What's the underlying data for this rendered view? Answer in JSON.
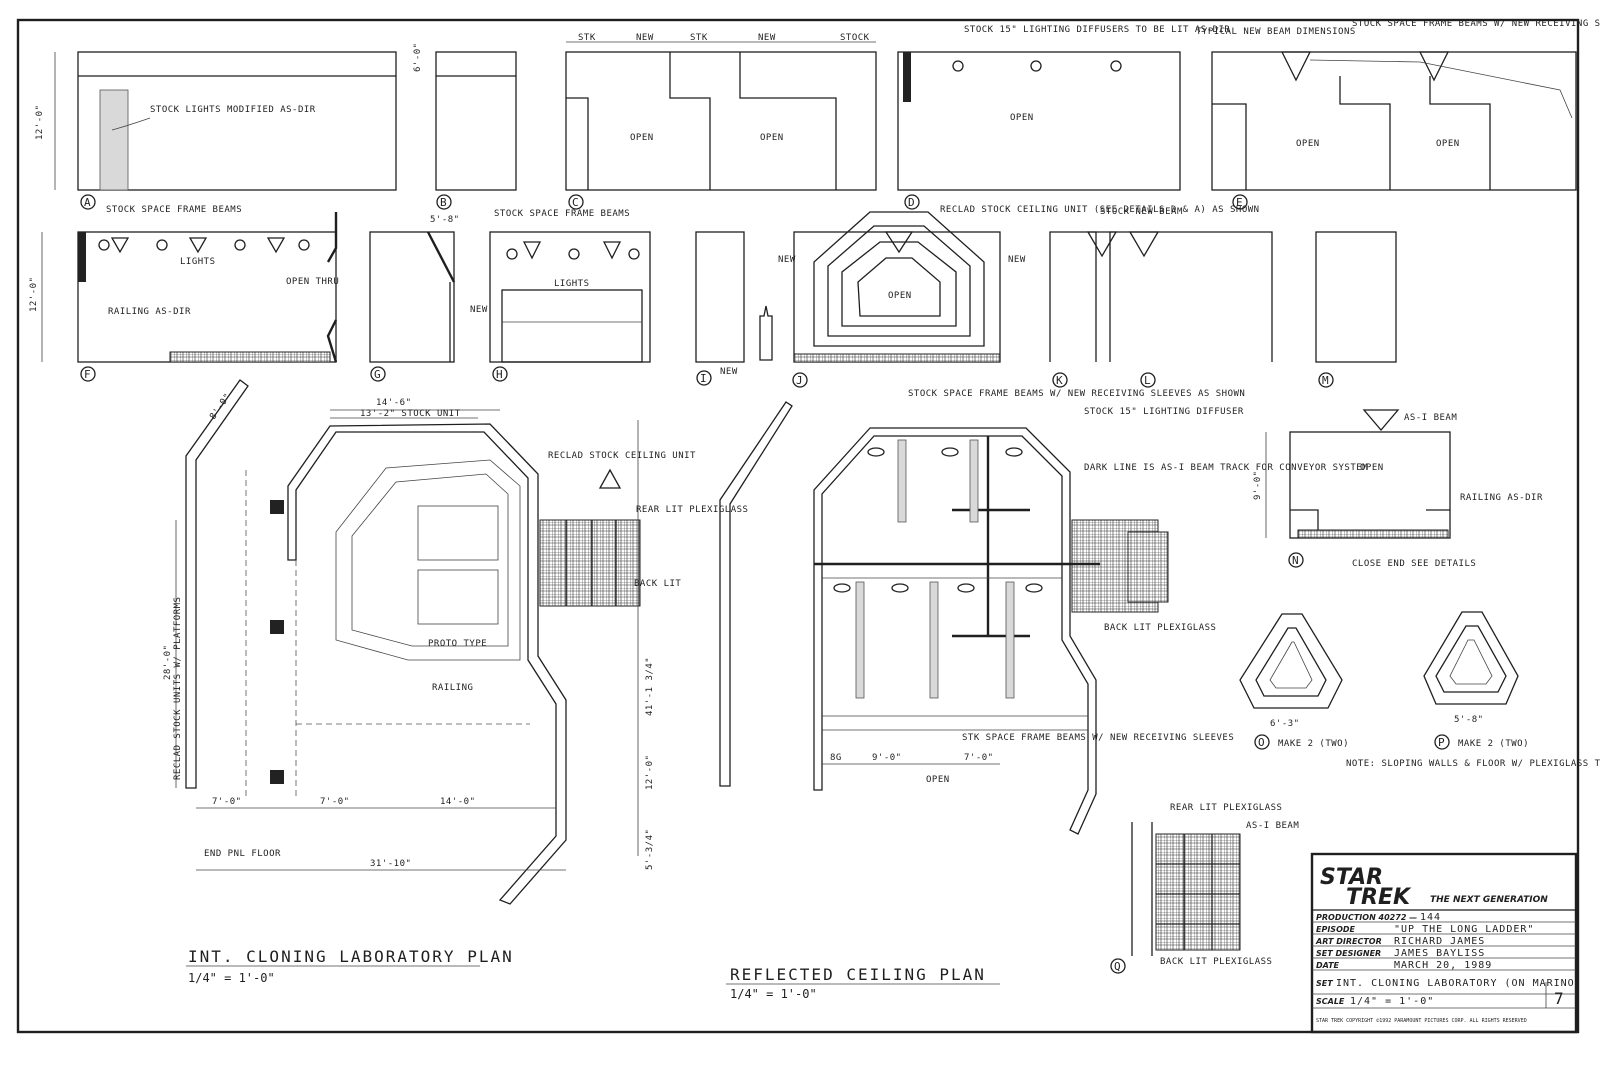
{
  "elevations_top": [
    {
      "id": "A",
      "note": "STOCK LIGHTS MODIFIED AS-DIR",
      "dim": "12'-0\""
    },
    {
      "id": "B",
      "dim": "6'-0\""
    },
    {
      "id": "C",
      "note": "OPEN",
      "dims": [
        "STK",
        "NEW",
        "STK",
        "NEW",
        "STOCK"
      ]
    },
    {
      "id": "D",
      "note": "OPEN",
      "top_note": "STOCK 15\" LIGHTING DIFFUSERS TO BE LIT AS-DIR"
    },
    {
      "id": "E",
      "note": "OPEN",
      "top_note": "TYPICAL NEW BEAM DIMENSIONS",
      "top_note2": "STOCK SPACE FRAME BEAMS W/ NEW RECEIVING SLEEVES AS SHOWN"
    }
  ],
  "elevations_mid": [
    {
      "id": "F",
      "note": "STOCK SPACE FRAME BEAMS",
      "lights": "LIGHTS",
      "side": "OPEN THRU",
      "railing": "RAILING AS-DIR",
      "dim": "12'-0\""
    },
    {
      "id": "G",
      "dim": "5'-8\""
    },
    {
      "id": "H",
      "note": "STOCK SPACE FRAME BEAMS",
      "lights": "LIGHTS",
      "new": "NEW"
    },
    {
      "id": "I",
      "new": "NEW"
    },
    {
      "id": "J",
      "note": "RECLAD STOCK CEILING UNIT (SEE DETAILS D & A) AS SHOWN",
      "new": "NEW",
      "open": "OPEN"
    },
    {
      "id": "K",
      "note": "STOCK NEW BEAM"
    },
    {
      "id": "L"
    },
    {
      "id": "M"
    }
  ],
  "plan": {
    "title": "INT. CLONING LABORATORY PLAN",
    "scale": "1/4\" = 1'-0\"",
    "dims": [
      "14'-6\"",
      "13'-2\" STOCK UNIT",
      "8'-0\"",
      "28'-0\"",
      "7'-0\"",
      "7'-0\"",
      "14'-0\"",
      "31'-10\"",
      "12'-0\"",
      "5'-3/4\"",
      "41'-1 3/4\""
    ],
    "notes": [
      "RECLAD STOCK CEILING UNIT",
      "REAR LIT PLEXIGLASS",
      "BACK LIT",
      "PROTO TYPE",
      "RAILING",
      "END PNL FLOOR",
      "RECLAD STOCK UNITS W/ PLATFORMS"
    ]
  },
  "ceiling": {
    "title": "REFLECTED CEILING PLAN",
    "scale": "1/4\" = 1'-0\"",
    "notes": [
      "STOCK SPACE FRAME BEAMS W/ NEW RECEIVING SLEEVES AS SHOWN",
      "STOCK 15\" LIGHTING DIFFUSER",
      "DARK LINE IS AS-I BEAM TRACK FOR CONVEYOR SYSTEM",
      "BACK LIT PLEXIGLASS",
      "STK SPACE FRAME BEAMS W/ NEW RECEIVING SLEEVES",
      "OPEN",
      "9'-0\"",
      "7'-0\"",
      "8G"
    ]
  },
  "section_n": {
    "id": "N",
    "note": "AS-I BEAM",
    "open": "OPEN",
    "railing": "RAILING AS-DIR",
    "close_end": "CLOSE END SEE DETAILS",
    "dim": "9'-0\""
  },
  "details": {
    "left": {
      "id": "O",
      "caption": "MAKE 2 (TWO)",
      "dim": "6'-3\""
    },
    "right": {
      "id": "P",
      "caption": "MAKE 2 (TWO)",
      "dim": "5'-8\""
    },
    "note": "NOTE: SLOPING WALLS & FLOOR W/ PLEXIGLASS TO BE BACK LIT"
  },
  "detail_q": {
    "id": "Q",
    "notes": [
      "REAR LIT PLEXIGLASS",
      "AS-I BEAM",
      "BACK LIT PLEXIGLASS"
    ]
  },
  "title_block": {
    "logo_top": "STAR",
    "logo_bottom": "TREK",
    "logo_sub": "THE NEXT GENERATION",
    "rows": [
      {
        "label": "PRODUCTION 40272 —",
        "value": "144"
      },
      {
        "label": "EPISODE",
        "value": "\"UP THE LONG LADDER\""
      },
      {
        "label": "ART DIRECTOR",
        "value": "RICHARD JAMES"
      },
      {
        "label": "SET DESIGNER",
        "value": "JAMES BAYLISS"
      },
      {
        "label": "DATE",
        "value": "MARCH 20, 1989"
      },
      {
        "label": "SET",
        "value": "INT. CLONING LABORATORY (ON MARINO)"
      },
      {
        "label": "SCALE",
        "value": "1/4\" = 1'-0\""
      }
    ],
    "sheet": "7",
    "footer": "STAR TREK   COPYRIGHT ©1992 PARAMOUNT PICTURES CORP. ALL RIGHTS RESERVED"
  }
}
